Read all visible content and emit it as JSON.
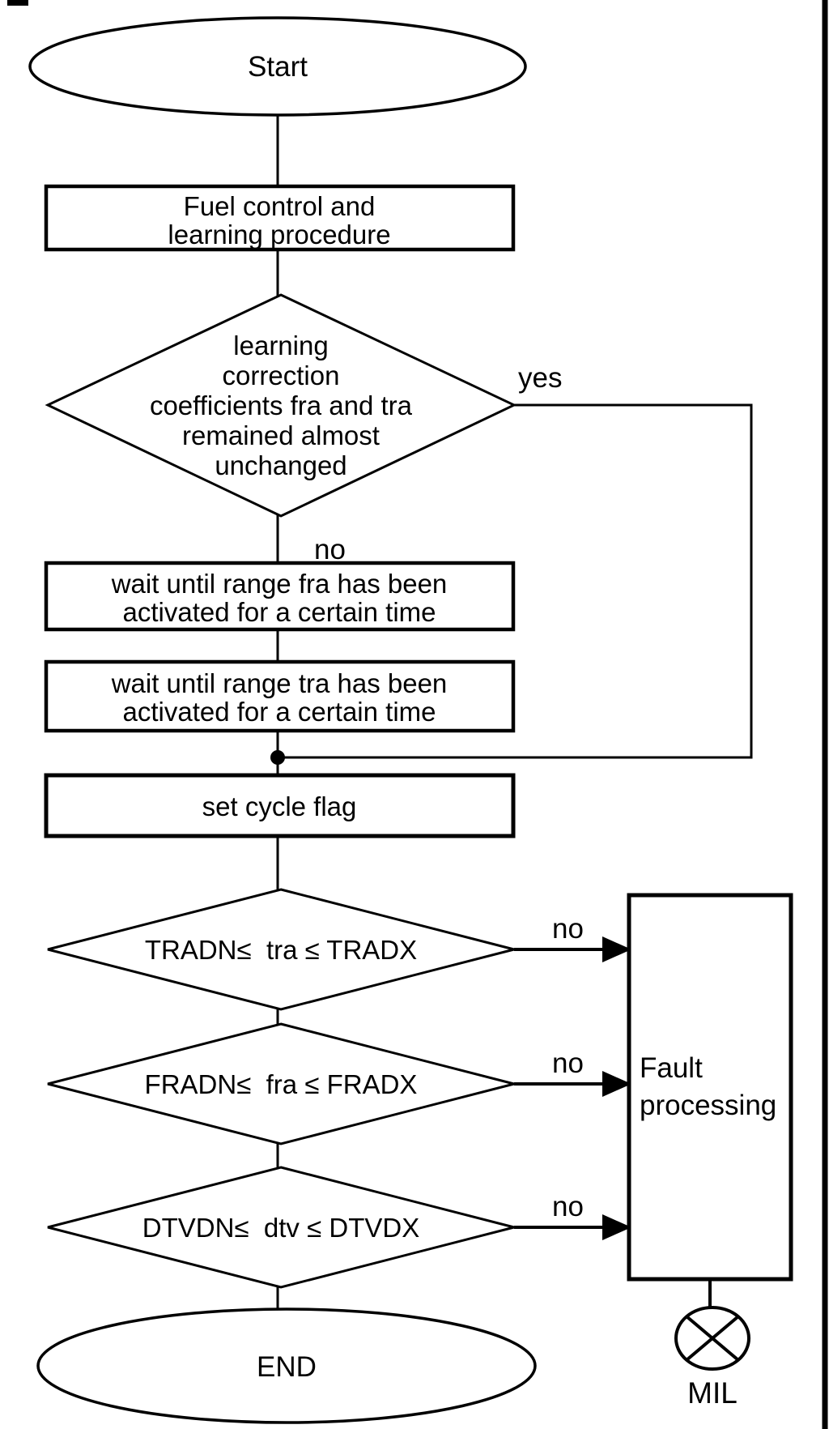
{
  "figure": {
    "type": "flowchart",
    "background_color": "#ffffff",
    "line_color": "#000000",
    "nodes": {
      "start": {
        "shape": "ellipse",
        "label": "Start"
      },
      "fuel_control": {
        "shape": "process",
        "line1": "Fuel control and",
        "line2": "learning procedure"
      },
      "learning_check": {
        "shape": "decision",
        "line1": "learning",
        "line2": "correction",
        "line3": "coefficients fra and tra",
        "line4": "remained almost",
        "line5": "unchanged"
      },
      "wait_fra": {
        "shape": "process",
        "line1": "wait until range fra has been",
        "line2": "activated for a certain time"
      },
      "wait_tra": {
        "shape": "process",
        "line1": "wait until range tra has been",
        "line2": "activated for a certain time"
      },
      "set_cycle_flag": {
        "shape": "process",
        "label": "set cycle flag"
      },
      "tra_check": {
        "shape": "decision",
        "label": "TRADN≤  tra ≤ TRADX"
      },
      "fra_check": {
        "shape": "decision",
        "label": "FRADN≤  fra ≤ FRADX"
      },
      "dtv_check": {
        "shape": "decision",
        "label": "DTVDN≤  dtv ≤ DTVDX"
      },
      "fault_processing": {
        "shape": "process",
        "line1": "Fault",
        "line2": "processing"
      },
      "end": {
        "shape": "ellipse",
        "label": "END"
      },
      "mil": {
        "shape": "lamp-circle-x",
        "label": "MIL"
      }
    },
    "edge_labels": {
      "learning_yes": "yes",
      "learning_no": "no",
      "tra_no": "no",
      "fra_no": "no",
      "dtv_no": "no"
    }
  }
}
